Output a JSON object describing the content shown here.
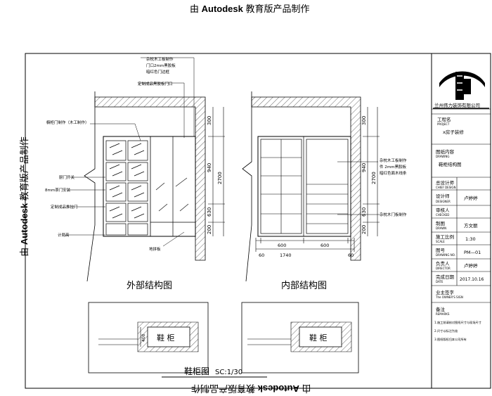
{
  "watermark": {
    "prefix": "由",
    "brand": "Autodesk",
    "suffix": "教育版产品制作"
  },
  "drawing": {
    "title": "鞋柜图",
    "scale": "SC:1/30",
    "views": {
      "external": "外部结构图",
      "internal": "内部结构图"
    },
    "plan_label": "鞋 柜",
    "left_annotations": [
      "橱柜门制作（木工制作）",
      "厨门开关",
      "8mm茶门安装",
      "定制成品推拉门",
      "计局高"
    ],
    "top_annotations": [
      "杂枕木工板制作",
      "门口2mm黑胶板",
      "暗红色门边框",
      "定制成品黑胶板门口"
    ],
    "bottom_note": "地拼板",
    "right_annotations": [
      "杂枕木工板制作",
      "件 2mm黑胶板",
      "暗红色面木线条",
      "杂枕木门板制作"
    ],
    "dims_right_left": [
      "300",
      "940",
      "2700",
      "630",
      "200"
    ],
    "dims_right_right": [
      "300",
      "940",
      "630",
      "200",
      "2700"
    ],
    "dims_bottom": [
      "60",
      "600",
      "600",
      "60",
      "1740"
    ],
    "plan_dim": "400"
  },
  "title_block": {
    "company": "兰州伟力装饰有限公司",
    "rows": [
      {
        "label": "工程名",
        "sub": "PROJECT",
        "value": "x房子装修"
      },
      {
        "label": "图纸内容",
        "sub": "DRAWING",
        "value": "鞋柜结构图"
      },
      {
        "label": "总设计师",
        "sub": "CHIEF DESIGN",
        "value": ""
      },
      {
        "label": "设计师",
        "sub": "DESIGNER",
        "value": "卢婷婷"
      },
      {
        "label": "审核人",
        "sub": "CHECKED",
        "value": ""
      },
      {
        "label": "制图",
        "sub": "DRAWN",
        "value": "方文丽"
      },
      {
        "label": "施工比例",
        "sub": "SCALE",
        "value": "1:30"
      },
      {
        "label": "图号",
        "sub": "DRAWING NO.",
        "value": "PM—01"
      },
      {
        "label": "负责人",
        "sub": "DIRECTOR",
        "value": "卢婷婷"
      },
      {
        "label": "完成日期",
        "sub": "DATE",
        "value": "2017.10.16"
      },
      {
        "label": "业主签字",
        "sub": "The OWNER'S SIGN",
        "value": ""
      }
    ],
    "notes_title": "备注",
    "notes_sub": "REMARKS",
    "notes": [
      "1.施工前请核对图纸尺寸与现场尺寸",
      "2.尺寸以标注为准",
      "3.图纸版权归本公司所有"
    ]
  }
}
